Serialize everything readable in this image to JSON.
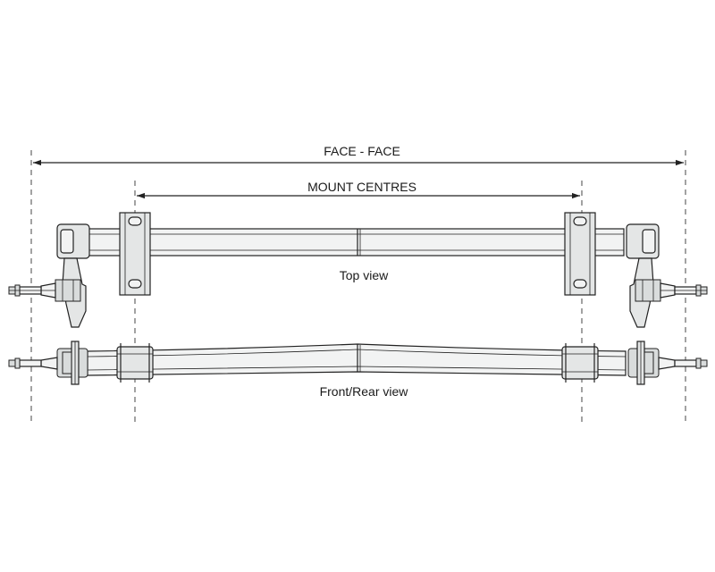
{
  "labels": {
    "face_to_face": "FACE - FACE",
    "mount_centres": "MOUNT CENTRES",
    "top_view": "Top view",
    "front_rear_view": "Front/Rear view"
  },
  "colors": {
    "line": "#222222",
    "fill_light": "#f2f3f3",
    "fill_mid": "#e4e6e6"
  }
}
